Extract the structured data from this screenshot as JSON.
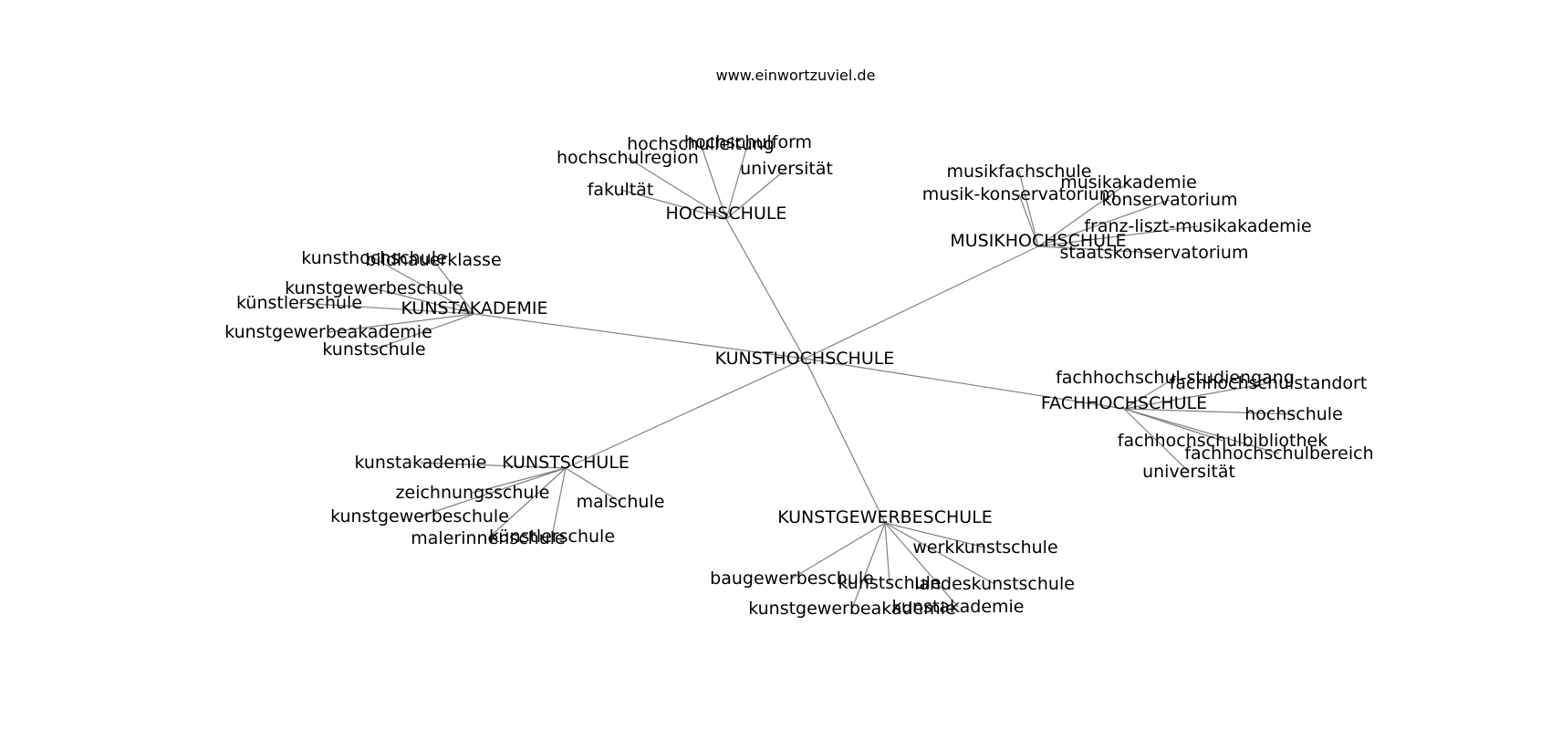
{
  "header": {
    "site": "www.einwortzuviel.de"
  },
  "graph": {
    "center": {
      "label": "KUNSTHOCHSCHULE"
    },
    "hubs": [
      {
        "id": "hochschule",
        "label": "HOCHSCHULE",
        "leaves": [
          "hochschulleitung",
          "hochschulform",
          "hochschulregion",
          "universität",
          "fakultät"
        ]
      },
      {
        "id": "musikhochschule",
        "label": "MUSIKHOCHSCHULE",
        "leaves": [
          "musikfachschule",
          "musikakademie",
          "musik-konservatorium",
          "konservatorium",
          "franz-liszt-musikakademie",
          "staatskonservatorium"
        ]
      },
      {
        "id": "kunstakademie",
        "label": "KUNSTAKADEMIE",
        "leaves": [
          "kunsthochschule",
          "bildhauerklasse",
          "kunstgewerbeschule",
          "künstlerschule",
          "kunstgewerbeakademie",
          "kunstschule"
        ]
      },
      {
        "id": "fachhochschule",
        "label": "FACHHOCHSCHULE",
        "leaves": [
          "fachhochschul-studiengang",
          "fachhochschulstandort",
          "hochschule",
          "fachhochschulbibliothek",
          "fachhochschulbereich",
          "universität"
        ]
      },
      {
        "id": "kunstschule",
        "label": "KUNSTSCHULE",
        "leaves": [
          "kunstakademie",
          "zeichnungsschule",
          "malschule",
          "kunstgewerbeschule",
          "malerinnenschule",
          "künstlerschule"
        ]
      },
      {
        "id": "kunstgewerbeschule",
        "label": "KUNSTGEWERBESCHULE",
        "leaves": [
          "werkkunstschule",
          "baugewerbeschule",
          "kunstschule",
          "landeskunstschule",
          "kunstgewerbeakademie",
          "kunstakademie"
        ]
      }
    ]
  }
}
